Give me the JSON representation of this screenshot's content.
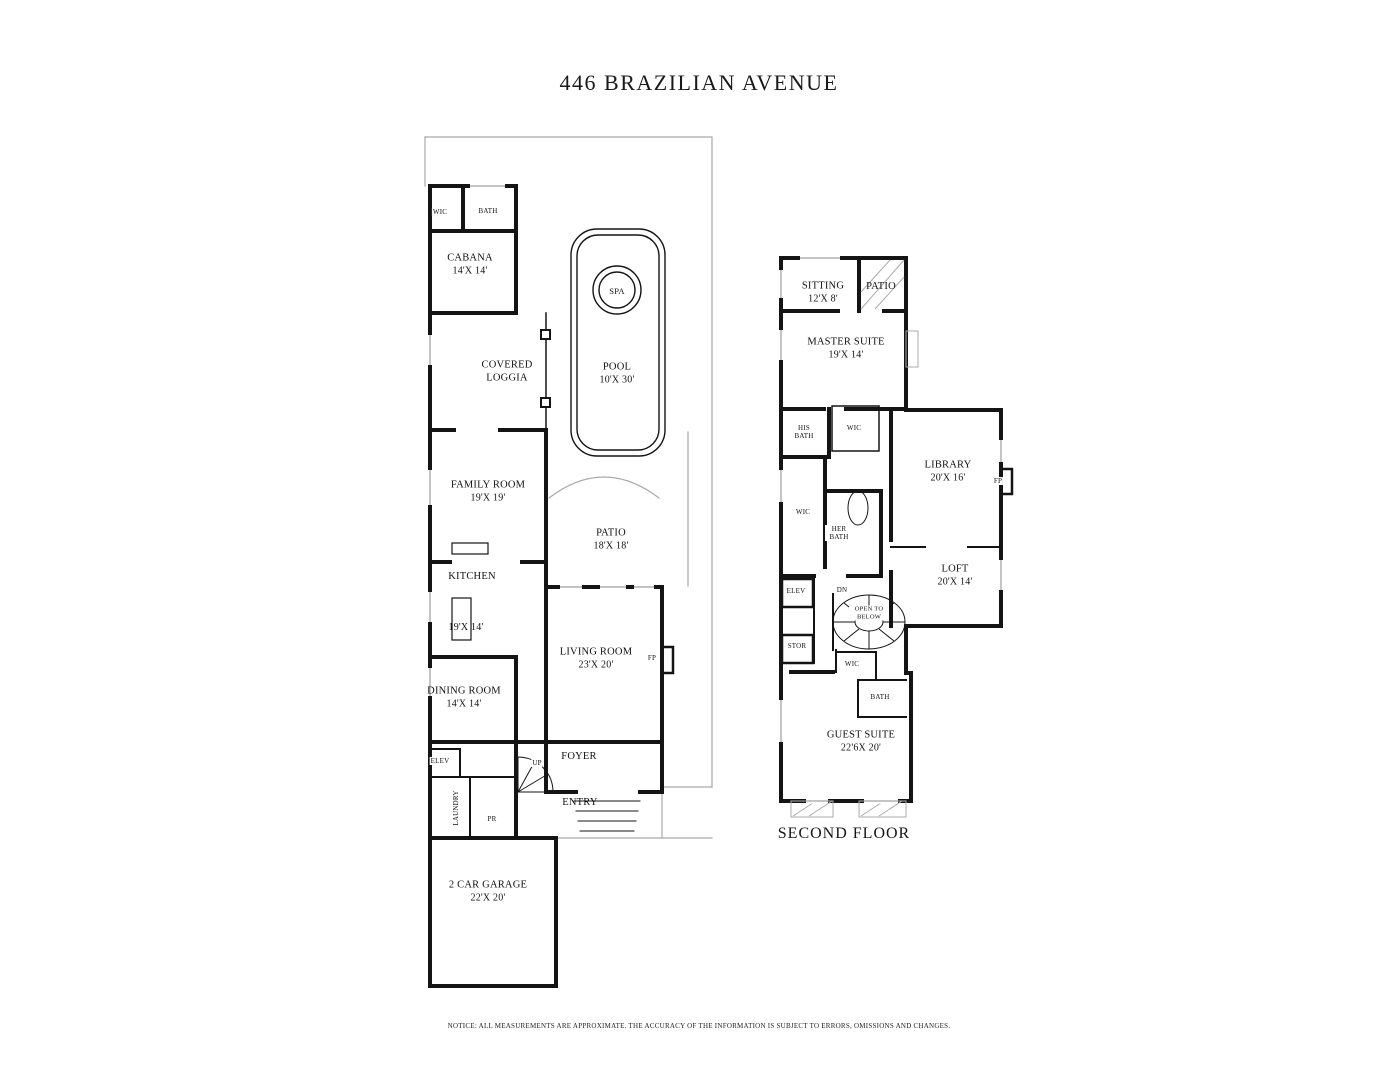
{
  "title": "446 BRAZILIAN AVENUE",
  "first_floor": {
    "wic": "WIC",
    "bath": "BATH",
    "cabana": "CABANA",
    "cabana_dims": "14'X 14'",
    "covered_loggia": "COVERED LOGGIA",
    "spa": "SPA",
    "pool": "POOL",
    "pool_dims": "10'X 30'",
    "family_room": "FAMILY ROOM",
    "family_room_dims": "19'X 19'",
    "patio": "PATIO",
    "patio_dims": "18'X 18'",
    "kitchen": "KITCHEN",
    "kitchen_dims": "19'X 14'",
    "living_room": "LIVING ROOM",
    "living_room_dims": "23'X 20'",
    "fireplace": "FP",
    "dining_room": "DINING ROOM",
    "dining_room_dims": "14'X 14'",
    "elevator": "ELEV",
    "foyer": "FOYER",
    "stairs_up": "UP",
    "entry": "ENTRY",
    "laundry": "LAUNDRY",
    "powder_room": "PR",
    "garage": "2 CAR GARAGE",
    "garage_dims": "22'X 20'"
  },
  "second_floor": {
    "heading": "SECOND FLOOR",
    "sitting": "SITTING",
    "sitting_dims": "12'X 8'",
    "patio": "PATIO",
    "master_suite": "MASTER SUITE",
    "master_suite_dims": "19'X 14'",
    "his_bath": "HIS BATH",
    "wic_master": "WIC",
    "library": "LIBRARY",
    "library_dims": "20'X 16'",
    "fireplace": "FP",
    "wic_her": "WIC",
    "her_bath": "HER BATH",
    "loft": "LOFT",
    "loft_dims": "20'X 14'",
    "elevator": "ELEV",
    "stairs_dn": "DN",
    "open_to_below": "OPEN TO BELOW",
    "storage": "STOR",
    "wic_guest": "WIC",
    "bath_guest": "BATH",
    "guest_suite": "GUEST SUITE",
    "guest_suite_dims": "22'6X 20'"
  },
  "notice": "NOTICE: ALL MEASUREMENTS ARE APPROXIMATE. THE ACCURACY OF THE INFORMATION IS SUBJECT TO ERRORS, OMISSIONS AND CHANGES."
}
